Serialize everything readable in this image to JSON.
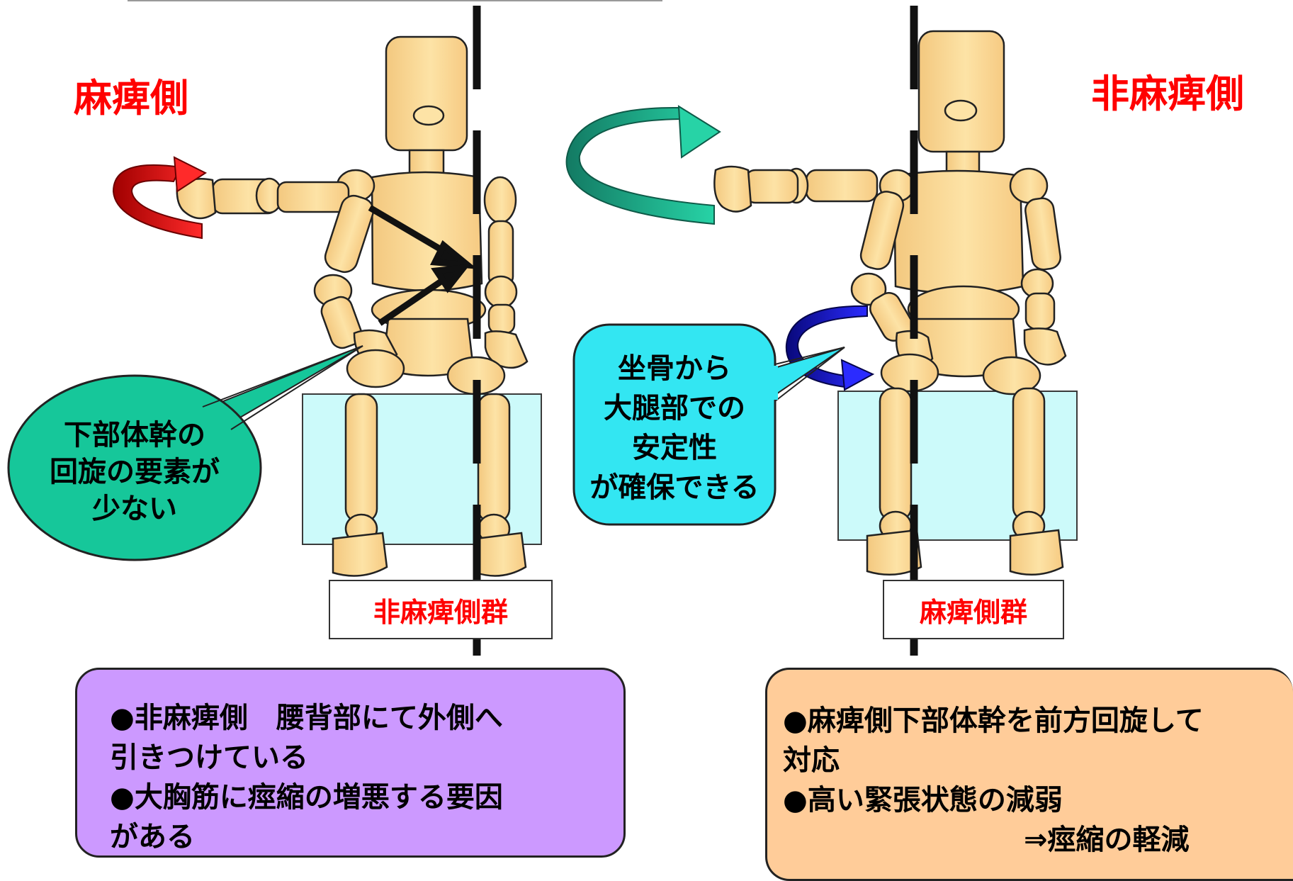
{
  "left": {
    "side_label": "麻痺側",
    "group_label": "非麻痺側群",
    "bubble_lines": [
      "下部体幹の",
      "回旋の要素が",
      "少ない"
    ],
    "note_lines": [
      "●非麻痺側　腰背部にて外側へ",
      "引きつけている",
      "●大胸筋に痙縮の増悪する要因",
      "がある"
    ]
  },
  "right": {
    "side_label": "非麻痺側",
    "group_label": "麻痺側群",
    "bubble_lines": [
      "坐骨から",
      "大腿部での",
      "安定性",
      "が確保できる"
    ],
    "note_lines": [
      "●麻痺側下部体幹を前方回旋して",
      "対応",
      "●高い緊張状態の減弱",
      "⇒痙縮の軽減"
    ]
  },
  "colors": {
    "figure_fill": "#fbd58e",
    "figure_stroke": "#222222",
    "seat_fill": "#ccfafa",
    "red_arrow": "#e00000",
    "green_arrow": "#1fae8a",
    "blue_arrow": "#1414c8",
    "left_bubble": "#16c79a",
    "right_bubble": "#33e6f2",
    "left_note": "#cc99ff",
    "right_note": "#ffcc99"
  }
}
